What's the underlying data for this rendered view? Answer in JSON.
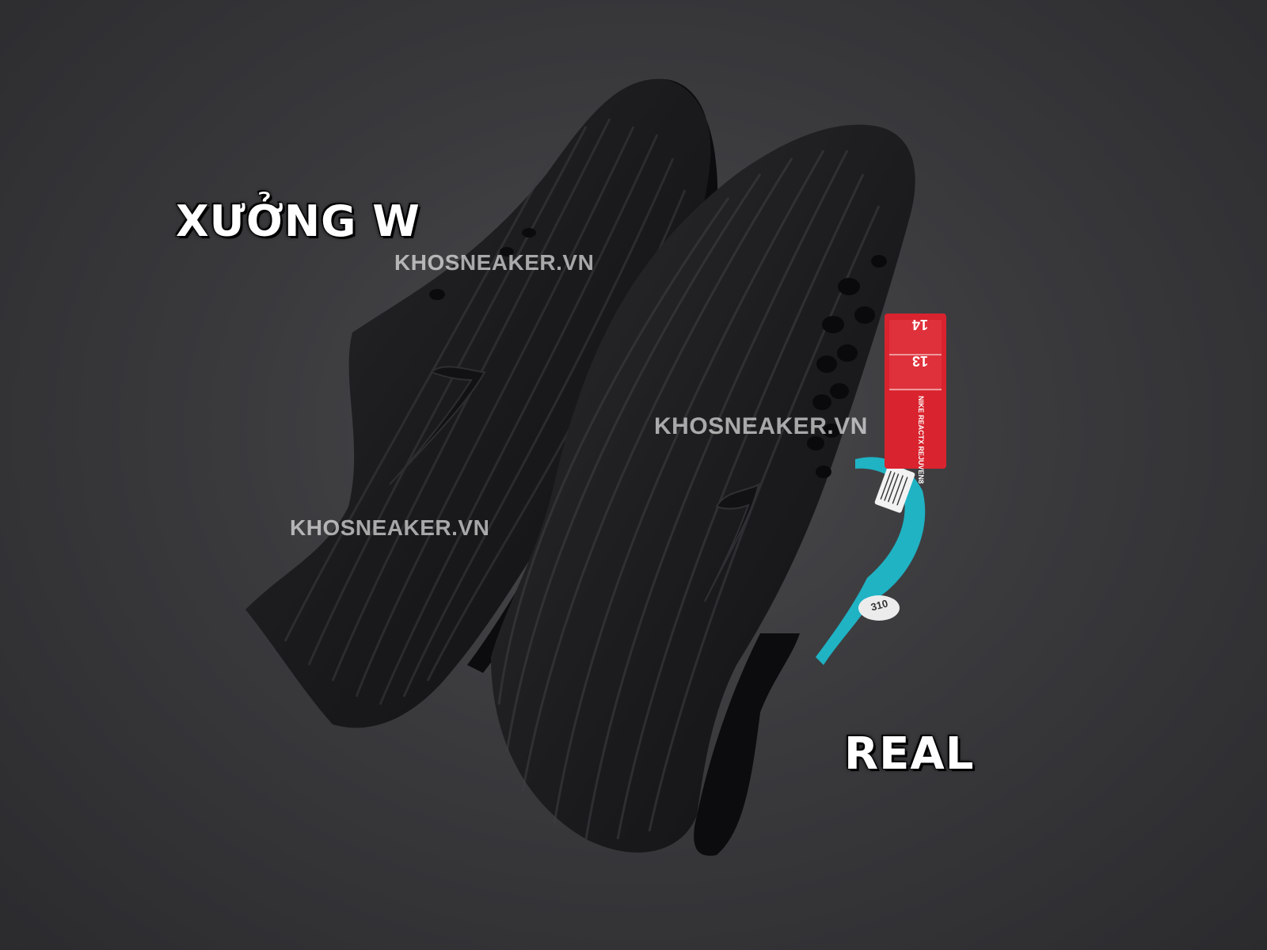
{
  "labels": {
    "left": "XƯỞNG W",
    "right": "REAL"
  },
  "watermarks": [
    "KHOSNEAKER.VN",
    "KHOSNEAKER.VN",
    "KHOSNEAKER.VN"
  ],
  "tag": {
    "size_a": "14",
    "size_b": "13",
    "product": "NIKE REACTX REJUVEN8",
    "sticker": "310"
  },
  "colors": {
    "background": "#3a3a3d",
    "shoe": "#1c1c1e",
    "tag_red": "#d9232e",
    "tag_teal": "#1fb3c4"
  }
}
